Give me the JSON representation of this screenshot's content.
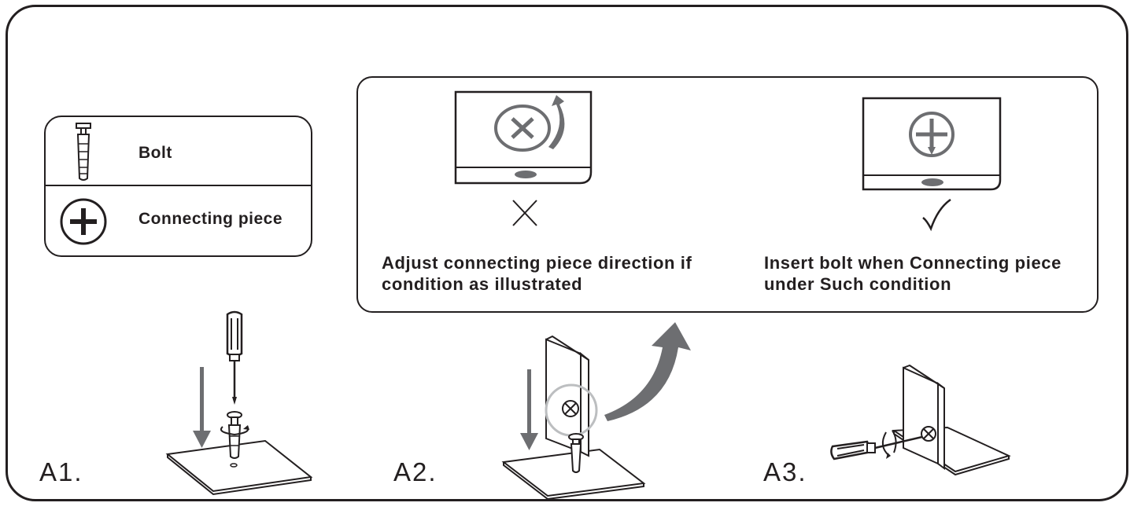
{
  "legend": {
    "bolt_label": "Bolt",
    "connecting_label": "Connecting piece"
  },
  "info": {
    "wrong_caption": "Adjust connecting piece direction if condition as illustrated",
    "right_caption": "Insert bolt when Connecting piece under Such condition",
    "wrong_mark": "X",
    "right_mark": "✓"
  },
  "steps": [
    {
      "label": "A1."
    },
    {
      "label": "A2."
    },
    {
      "label": "A3."
    }
  ],
  "icons": {
    "bolt": "bolt-icon",
    "connecting_piece": "connecting-piece-icon",
    "screwdriver": "screwdriver-icon",
    "arrow_down": "arrow-down-icon",
    "curved_arrow": "curved-arrow-icon",
    "rotate": "rotate-icon"
  },
  "colors": {
    "ink": "#231f20",
    "gray_fill": "#6d6e71",
    "light_gray": "#bcbec0"
  }
}
